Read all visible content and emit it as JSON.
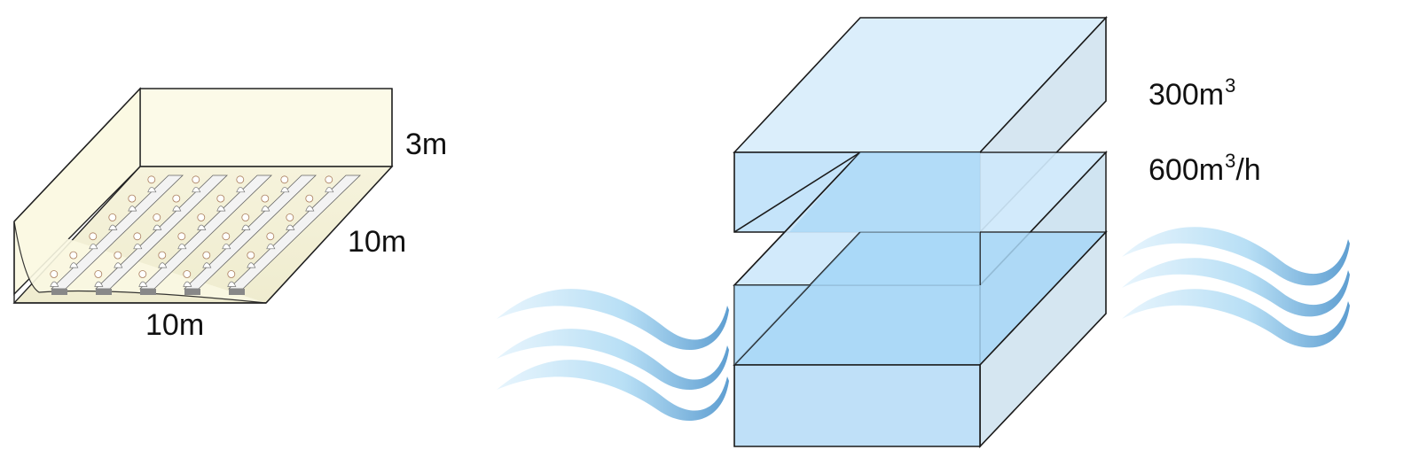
{
  "room": {
    "height_label": "3m",
    "depth_label": "10m",
    "width_label": "10m",
    "wall_color": "#fbf9e3",
    "rows_of_desks": 5,
    "people_per_row": 6
  },
  "airflow": {
    "volume_value": "300m",
    "volume_sup": "3",
    "rate_value": "600m",
    "rate_sup": "3",
    "rate_suffix": "/h",
    "block_color": "#c2e2f8",
    "wave_color": "#8ec7ec"
  }
}
